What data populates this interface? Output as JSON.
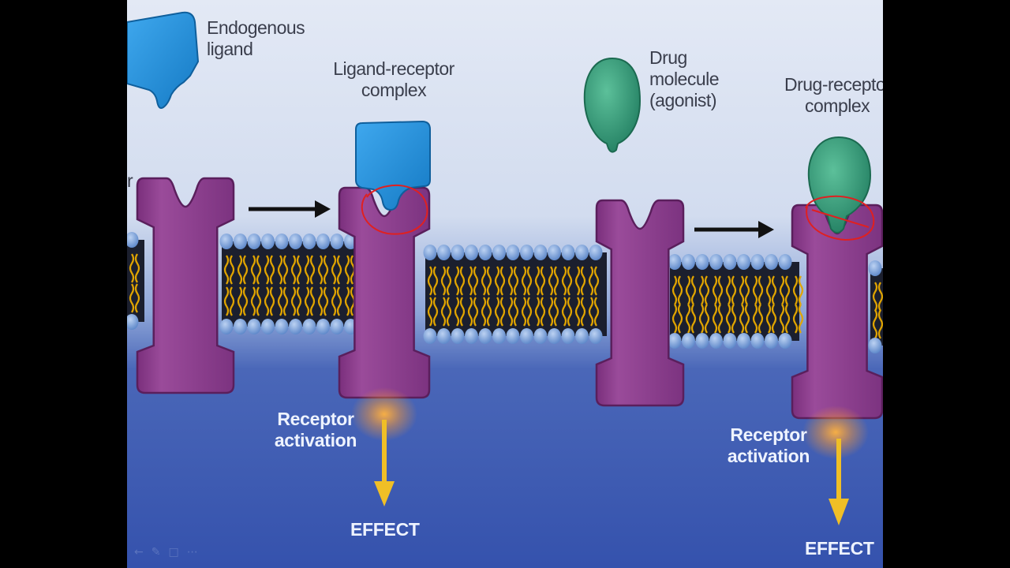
{
  "labels": {
    "endogenous_ligand": [
      "Endogenous",
      "ligand"
    ],
    "ligand_receptor_complex": [
      "Ligand-receptor",
      "complex"
    ],
    "drug_molecule": [
      "Drug",
      "molecule",
      "(agonist)"
    ],
    "drug_receptor_complex": [
      "Drug-recepto",
      "complex"
    ],
    "receptor_activation_1": [
      "Receptor",
      "activation"
    ],
    "receptor_activation_2": [
      "Receptor",
      "activation"
    ],
    "effect_1": "EFFECT",
    "effect_2": "EFFECT",
    "cut_letter": "r"
  },
  "colors": {
    "background_top": "#dfe6f3",
    "background_bottom": "#3352a8",
    "receptor": "#8e3e8e",
    "endogenous_ligand": "#1f8fd6",
    "drug": "#2f9a78",
    "phospholipid_head": "#6f9ad6",
    "lipid_tail": "#e0a400",
    "arrow": "#111111",
    "effect_arrow": "#f0bf26",
    "annotation": "#e02020"
  },
  "toolbar_icons": [
    "back-arrow-icon",
    "pen-icon",
    "slides-icon",
    "more-icon"
  ]
}
